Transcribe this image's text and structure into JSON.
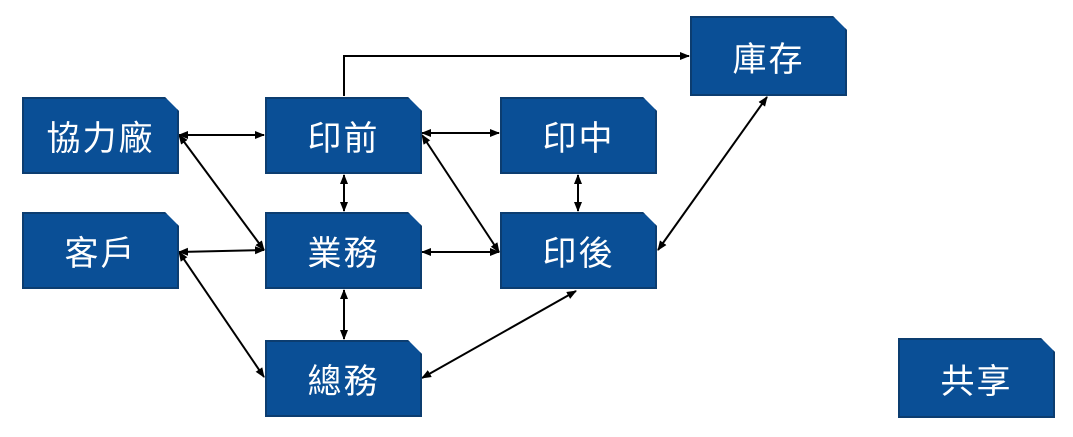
{
  "nodes": {
    "xieli": "協力廠",
    "kehu": "客戶",
    "yinqian": "印前",
    "yewu": "業務",
    "zongwu": "總務",
    "yinzhong": "印中",
    "yinhou": "印後",
    "kucun": "庫存",
    "gongxiang": "共享"
  },
  "edges": [
    {
      "from": "協力廠",
      "to": "印前",
      "direction": "both"
    },
    {
      "from": "協力廠",
      "to": "業務",
      "direction": "both"
    },
    {
      "from": "客戶",
      "to": "業務",
      "direction": "both"
    },
    {
      "from": "客戶",
      "to": "總務",
      "direction": "both"
    },
    {
      "from": "印前",
      "to": "業務",
      "direction": "both"
    },
    {
      "from": "業務",
      "to": "總務",
      "direction": "both"
    },
    {
      "from": "印前",
      "to": "印中",
      "direction": "both"
    },
    {
      "from": "印前",
      "to": "印後",
      "direction": "both"
    },
    {
      "from": "業務",
      "to": "印後",
      "direction": "both"
    },
    {
      "from": "印中",
      "to": "印後",
      "direction": "both"
    },
    {
      "from": "總務",
      "to": "印後",
      "direction": "both"
    },
    {
      "from": "印前",
      "to": "庫存",
      "direction": "forward"
    },
    {
      "from": "印後",
      "to": "庫存",
      "direction": "both"
    }
  ],
  "colors": {
    "node_fill": "#0a4f96",
    "node_border": "#0c3d70",
    "node_text": "#ffffff",
    "arrow": "#000000"
  }
}
